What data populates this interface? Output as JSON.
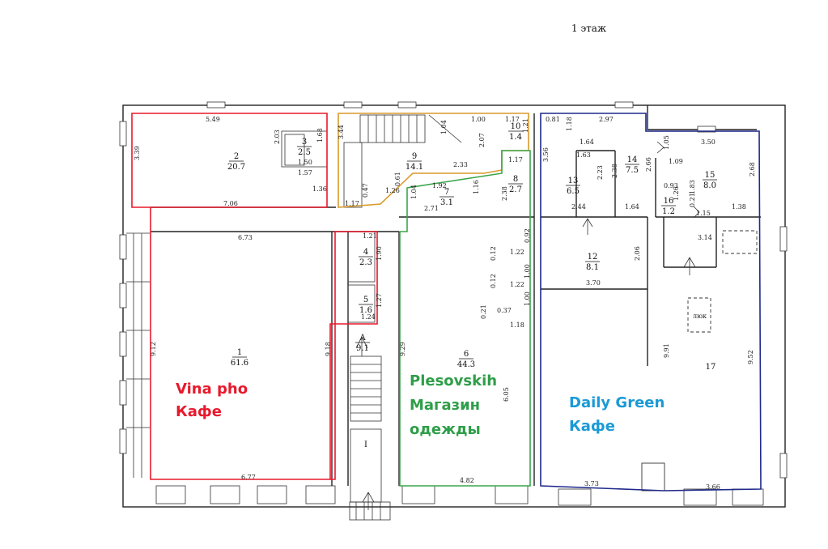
{
  "floor_title": "1 этаж",
  "tenants": {
    "vina": {
      "name": "Vina pho",
      "type": "Кафе",
      "color": "#e8192c"
    },
    "plesovskih": {
      "name": "Plesovskih",
      "type1": "Магазин",
      "type2": "одежды",
      "color": "#2e9e48"
    },
    "daily": {
      "name": "Daily Green",
      "type": "Кафе",
      "color": "#1b9ad6"
    }
  },
  "outline_colors": {
    "vina": "#e8192c",
    "stair": "#d99a2b",
    "shop": "#3aa54a",
    "daily": "#1f2a8a",
    "walls": "#222222"
  },
  "rooms": [
    {
      "n": "2",
      "a": "20.7"
    },
    {
      "n": "3",
      "a": "2.5"
    },
    {
      "n": "9",
      "a": "14.1"
    },
    {
      "n": "10",
      "a": "1.4"
    },
    {
      "n": "8",
      "a": "2.7"
    },
    {
      "n": "7",
      "a": "3.1"
    },
    {
      "n": "13",
      "a": "6.5"
    },
    {
      "n": "14",
      "a": "7.5"
    },
    {
      "n": "15",
      "a": "8.0"
    },
    {
      "n": "16",
      "a": "1.2"
    },
    {
      "n": "4",
      "a": "2.3"
    },
    {
      "n": "5",
      "a": "1.6"
    },
    {
      "n": "1",
      "a": "61.6"
    },
    {
      "n": "А",
      "a": "9.1"
    },
    {
      "n": "6",
      "a": "44.3"
    },
    {
      "n": "12",
      "a": "8.1"
    },
    {
      "n": "17",
      "a": ""
    },
    {
      "n": "I",
      "a": ""
    }
  ],
  "hatch_label": "люк",
  "dims": [
    "5.49",
    "3.39",
    "2.03",
    "1.68",
    "1.50",
    "1.57",
    "1.36",
    "7.06",
    "6.73",
    "9.12",
    "9.18",
    "6.77",
    "3.44",
    "1.04",
    "2.07",
    "1.00",
    "1.17",
    "1.21",
    "2.33",
    "0.61",
    "1.26",
    "0.47",
    "1.17",
    "1.92",
    "1.04",
    "1.16",
    "2.71",
    "1.17",
    "2.38",
    "0.81",
    "1.18",
    "2.97",
    "1.64",
    "1.63",
    "3.56",
    "2.23",
    "2.38",
    "2.66",
    "1.05",
    "3.50",
    "1.09",
    "2.68",
    "0.93",
    "1.26",
    "1.83",
    "0.21",
    "1.15",
    "1.38",
    "3.14",
    "2.44",
    "1.64",
    "2.06",
    "3.70",
    "9.91",
    "9.52",
    "3.73",
    "3.66",
    "1.21",
    "1.90",
    "1.27",
    "1.24",
    "0.12",
    "1.22",
    "0.92",
    "0.12",
    "1.22",
    "1.00",
    "1.00",
    "0.37",
    "0.21",
    "1.18",
    "9.29",
    "6.05",
    "4.82"
  ]
}
